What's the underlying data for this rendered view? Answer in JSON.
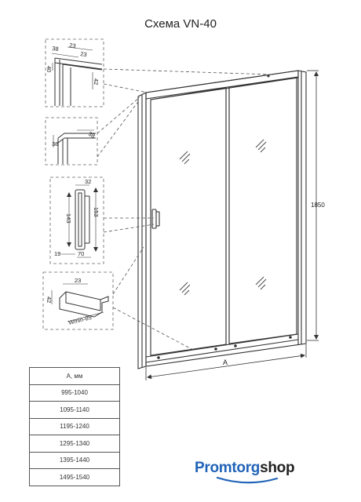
{
  "title": "Схема VN-40",
  "labels": {
    "detail1_top_a": "38",
    "detail1_top_b": "23",
    "detail1_top_c": "23",
    "detail1_side_a": "40",
    "detail1_side_b": "42",
    "detail2_a": "38",
    "detail2_b": "38",
    "detail3_top": "32",
    "detail3_h1": "143",
    "detail3_h2": "153",
    "detail3_b1": "19",
    "detail3_b2": "70",
    "detail4_top": "23",
    "detail4_side": "42",
    "detail4_w": "Wmin-85",
    "height": "1850",
    "width": "A"
  },
  "table": {
    "header": "A, мм",
    "rows": [
      "995-1040",
      "1095-1140",
      "1195-1240",
      "1295-1340",
      "1395-1440",
      "1495-1540"
    ]
  },
  "logo": {
    "part1": "Promtorg",
    "part2": "shop"
  },
  "colors": {
    "line": "#333333",
    "brand_blue": "#1f63b8",
    "brand_dark": "#222222"
  }
}
